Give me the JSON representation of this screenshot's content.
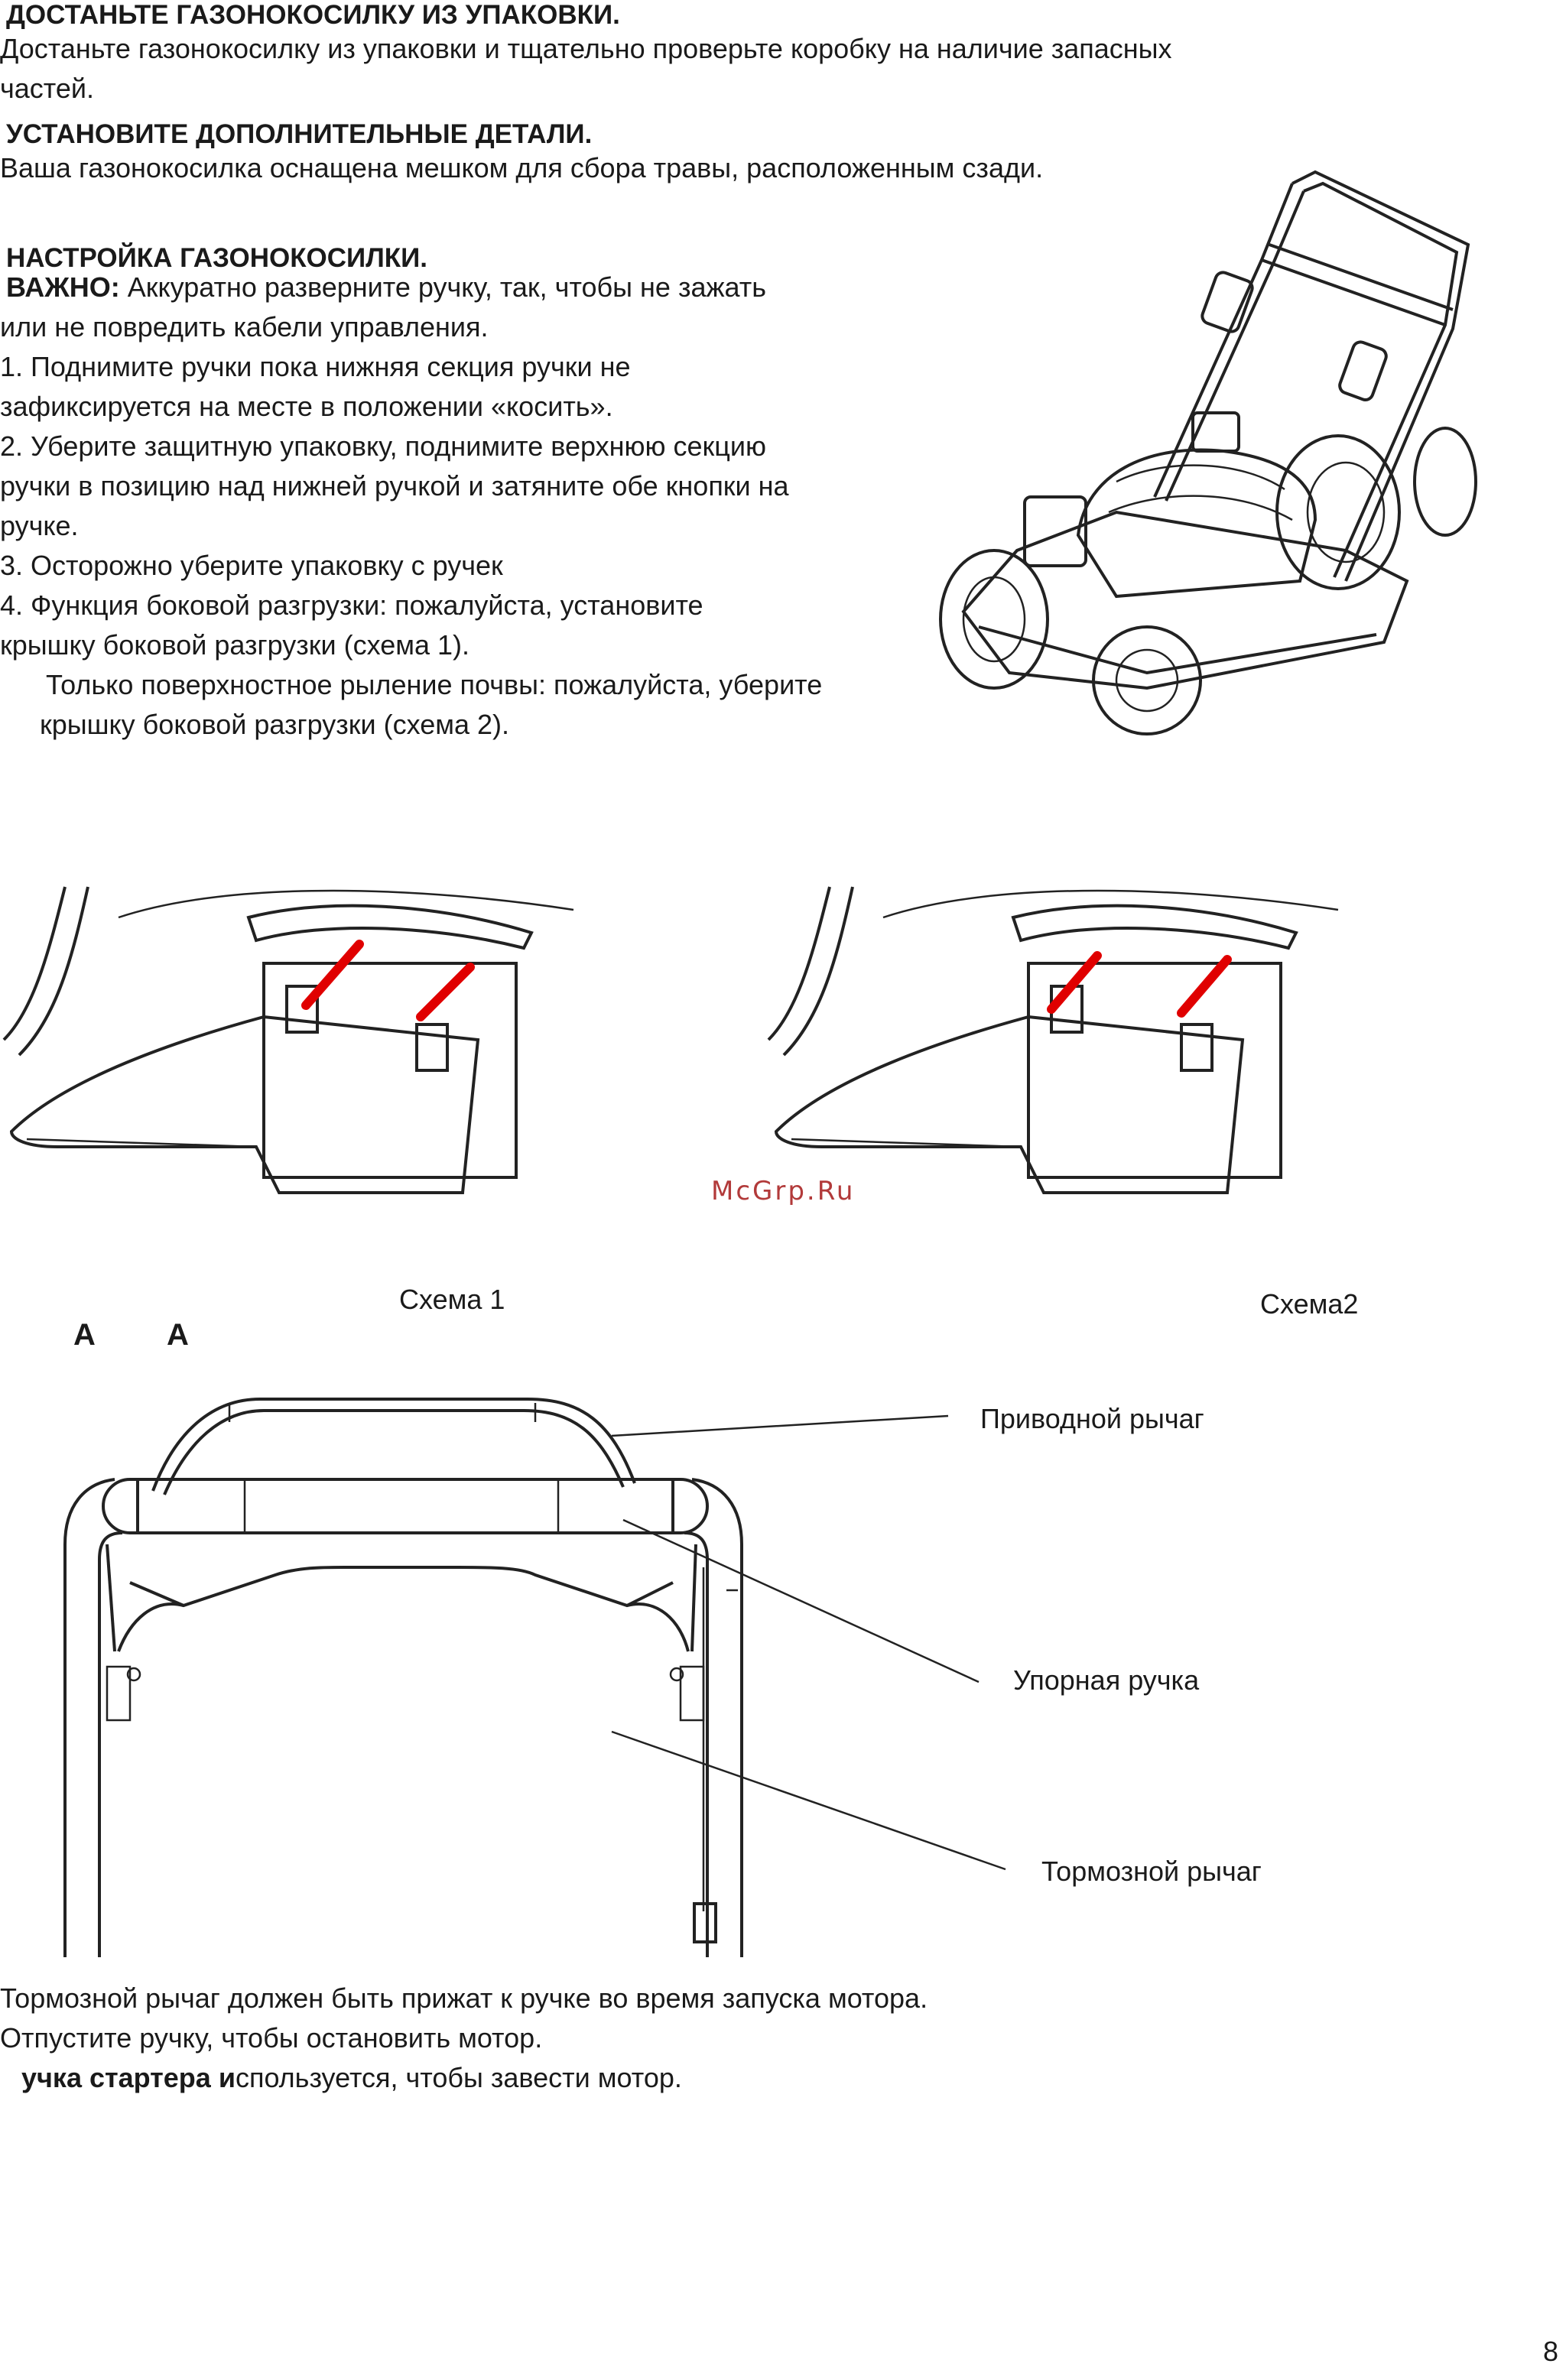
{
  "section1": {
    "heading": "ДОСТАНЬТЕ ГАЗОНОКОСИЛКУ ИЗ УПАКОВКИ.",
    "line1": "Достаньте газонокосилку из упаковки и тщательно проверьте коробку на наличие запасных",
    "line2": "частей."
  },
  "section2": {
    "heading": "УСТАНОВИТЕ ДОПОЛНИТЕЛЬНЫЕ ДЕТАЛИ.",
    "line1": "Ваша газонокосилка оснащена мешком для сбора травы, расположенным сзади."
  },
  "section3": {
    "heading": "НАСТРОЙКА ГАЗОНОКОСИЛКИ.",
    "important_label": "ВАЖНО:",
    "important_text": " Аккуратно разверните ручку, так, чтобы не зажать",
    "lines": [
      "или не повредить кабели управления.",
      "1. Поднимите ручки пока нижняя секция ручки не",
      "зафиксируется на месте в положении «косить».",
      "2. Уберите защитную упаковку, поднимите верхнюю секцию",
      "ручки в позицию над нижней ручкой и  затяните обе кнопки на",
      "ручке.",
      "3. Осторожно уберите упаковку с ручек",
      "4. Функция боковой разгрузки: пожалуйста, установите",
      "крышку боковой разгрузки (схема 1).",
      "Только поверхностное рыление почвы: пожалуйста, уберите",
      "крышку боковой разгрузки (схема 2)."
    ]
  },
  "watermark": "McGrp.Ru",
  "captions": {
    "scheme1": "Схема 1",
    "scheme2": "Схема2"
  },
  "diagram": {
    "marker_a1": "А",
    "marker_a2": "А",
    "label_drive": "Приводной рычаг",
    "label_support": "Упорная ручка",
    "label_brake": "Тормозной рычаг"
  },
  "bottom": {
    "line1": "Тормозной рычаг должен быть прижат к ручке во время запуска мотора.",
    "line2": "Отпустите ручку, чтобы остановить мотор.",
    "starter_bold": "учка стартера и",
    "starter_rest": "спользуется, чтобы завести мотор."
  },
  "page_number": "8"
}
